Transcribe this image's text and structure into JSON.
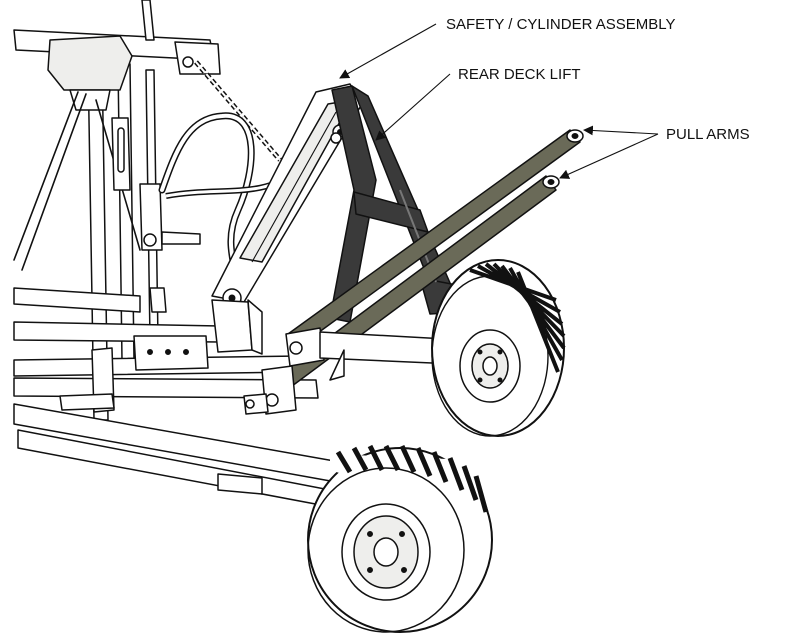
{
  "callouts": {
    "safety_cylinder": "SAFETY / CYLINDER ASSEMBLY",
    "rear_deck_lift": "REAR DECK LIFT",
    "pull_arms": "PULL ARMS"
  },
  "colors": {
    "rear_deck_lift": "#3a3a3a",
    "pull_arms": "#6a6a58",
    "frame": "#ffffff",
    "outline": "#111111"
  }
}
